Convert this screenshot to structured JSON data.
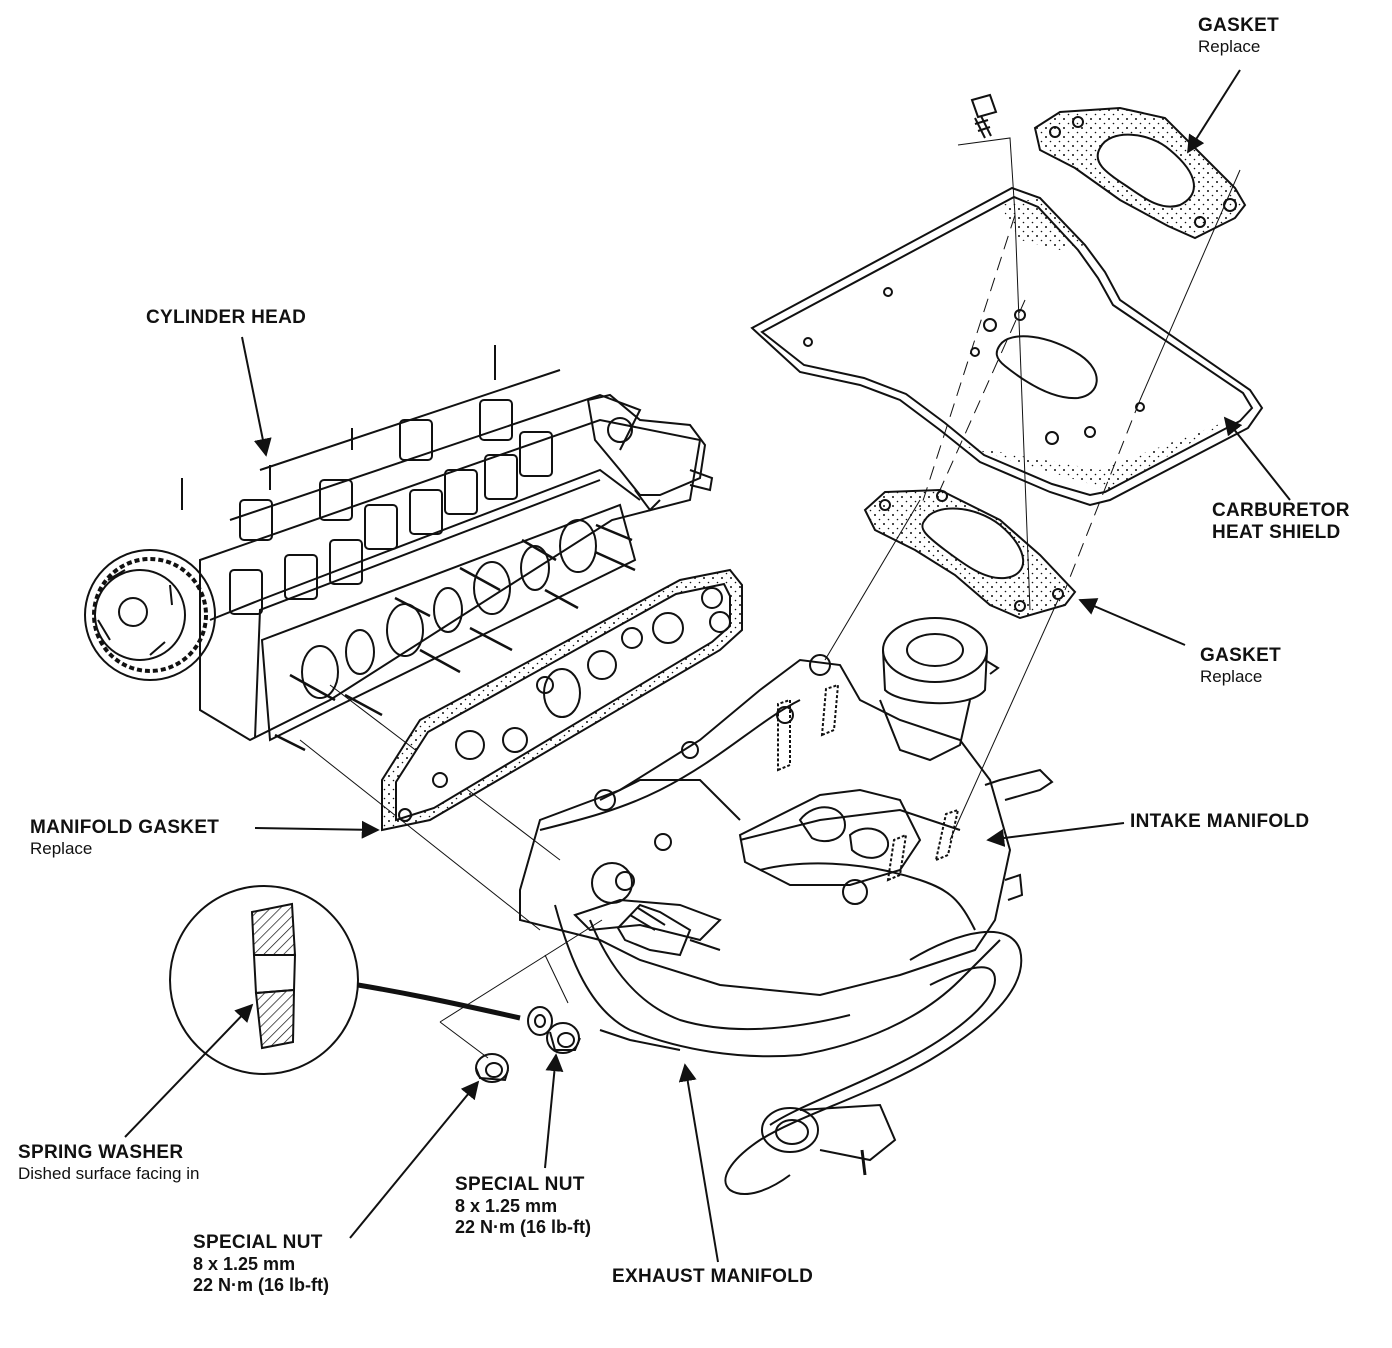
{
  "labels": {
    "gasket_top": {
      "title": "GASKET",
      "note": "Replace"
    },
    "cylinder_head": {
      "title": "CYLINDER HEAD"
    },
    "carb_heat_shield": {
      "line1": "CARBURETOR",
      "line2": "HEAT SHIELD"
    },
    "gasket_mid": {
      "title": "GASKET",
      "note": "Replace"
    },
    "manifold_gasket": {
      "title": "MANIFOLD GASKET",
      "note": "Replace"
    },
    "intake_manifold": {
      "title": "INTAKE MANIFOLD"
    },
    "spring_washer": {
      "title": "SPRING WASHER",
      "note": "Dished surface facing in"
    },
    "special_nut_right": {
      "title": "SPECIAL NUT",
      "size": "8 x 1.25 mm",
      "torque": "22 N·m (16 lb-ft)"
    },
    "special_nut_left": {
      "title": "SPECIAL NUT",
      "size": "8 x 1.25 mm",
      "torque": "22 N·m (16 lb-ft)"
    },
    "exhaust_manifold": {
      "title": "EXHAUST MANIFOLD"
    }
  }
}
